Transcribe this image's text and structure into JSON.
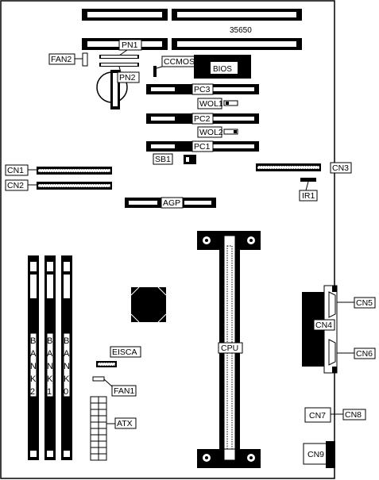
{
  "diagram": {
    "board_id": "35650",
    "bios_label": "BIOS",
    "labels": {
      "pn1": "PN1",
      "pn2": "PN2",
      "fan2": "FAN2",
      "ccmos1": "CCMOS1",
      "pc3": "PC3",
      "pc2": "PC2",
      "pc1": "PC1",
      "wol1": "WOL1",
      "wol2": "WOL2",
      "sb1": "SB1",
      "cn1": "CN1",
      "cn2": "CN2",
      "cn3": "CN3",
      "ir1": "IR1",
      "agp": "AGP",
      "cpu": "CPU",
      "cn4": "CN4",
      "cn5": "CN5",
      "cn6": "CN6",
      "cn7": "CN7",
      "cn8": "CN8",
      "cn9": "CN9",
      "eisca": "EISCA",
      "fan1": "FAN1",
      "atx": "ATX"
    },
    "banks": {
      "bank2": [
        "B",
        "A",
        "N",
        "K",
        "2"
      ],
      "bank1": [
        "B",
        "A",
        "N",
        "K",
        "1"
      ],
      "bank0": [
        "B",
        "A",
        "N",
        "K",
        "0"
      ]
    },
    "colors": {
      "ink": "#000000",
      "paper": "#ffffff"
    }
  }
}
